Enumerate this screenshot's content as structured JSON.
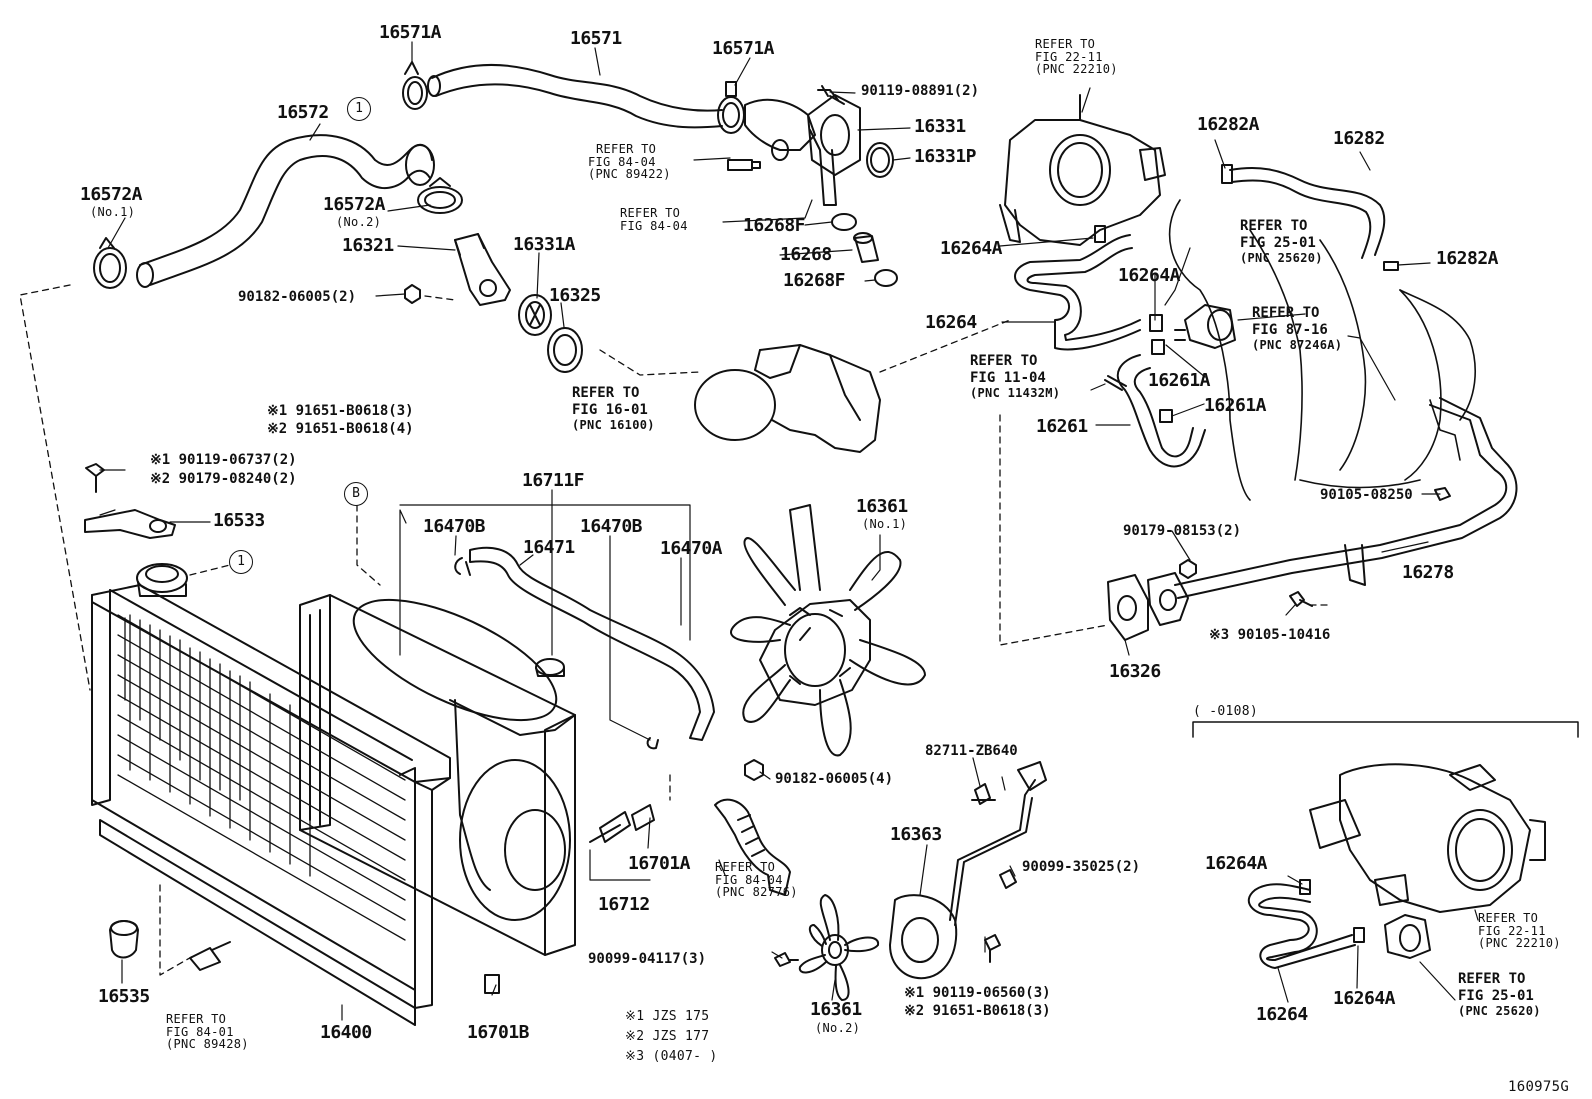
{
  "parts": {
    "p16571A_a": "16571A",
    "p16571": "16571",
    "p16571A_b": "16571A",
    "p16572": "16572",
    "p16572A_1": "16572A",
    "p16572A_1_note": "(No.1)",
    "p16572A_2": "16572A",
    "p16572A_2_note": "(No.2)",
    "p16321": "16321",
    "p16331A": "16331A",
    "p16325": "16325",
    "p90182_06005_2": "90182-06005(2)",
    "p90119_08891": "90119-08891(2)",
    "p16331": "16331",
    "p16331P": "16331P",
    "p16268F_a": "16268F",
    "p16268": "16268",
    "p16268F_b": "16268F",
    "p16282A_a": "16282A",
    "p16282": "16282",
    "p16282A_b": "16282A",
    "p16264A_a": "16264A",
    "p16264A_b": "16264A",
    "p16264": "16264",
    "p16261A_a": "16261A",
    "p16261A_b": "16261A",
    "p16261": "16261",
    "p90105_08250": "90105-08250",
    "p90179_08153": "90179-08153(2)",
    "p16278": "16278",
    "p90105_10416": "※3 90105-10416",
    "p16326": "16326",
    "p91651_3": "※1 91651-B0618(3)",
    "p91651_4": "※2 91651-B0618(4)",
    "p90119_06737": "※1 90119-06737(2)",
    "p90179_08240": "※2 90179-08240(2)",
    "p16533": "16533",
    "p16711F": "16711F",
    "p16470B_a": "16470B",
    "p16471": "16471",
    "p16470B_b": "16470B",
    "p16470A": "16470A",
    "p16361_1": "16361",
    "p16361_1_note": "(No.1)",
    "p90182_06005_4": "90182-06005(4)",
    "p82711": "82711-ZB640",
    "p16701A": "16701A",
    "p16712": "16712",
    "p16363": "16363",
    "p90099_35025": "90099-35025(2)",
    "p90099_04117": "90099-04117(3)",
    "p16361_2": "16361",
    "p16361_2_note": "(No.2)",
    "p90119_06560": "※1 90119-06560(3)",
    "p91651_B0618_3b": "※2 91651-B0618(3)",
    "p16535": "16535",
    "p16400": "16400",
    "p16701B": "16701B",
    "p16264A_c": "16264A",
    "p16264_b": "16264",
    "p16264A_d": "16264A",
    "circle_1a": "1",
    "circle_1b": "1",
    "circle_B": "B"
  },
  "refs": {
    "r22_11_top": [
      "REFER TO",
      "FIG 22-11",
      "(PNC 22210)"
    ],
    "r84_04_a": [
      "REFER TO",
      "FIG 84-04",
      "(PNC 89422)"
    ],
    "r84_04_b": [
      "REFER TO",
      "FIG 84-04"
    ],
    "r25_01_top": [
      "REFER TO",
      "FIG 25-01",
      "(PNC 25620)"
    ],
    "r87_16": [
      "REFER TO",
      "FIG 87-16",
      "(PNC 87246A)"
    ],
    "r11_04": [
      "REFER TO",
      "FIG 11-04",
      "(PNC 11432M)"
    ],
    "r16_01": [
      "REFER TO",
      "FIG 16-01",
      "(PNC 16100)"
    ],
    "r84_04_c": [
      "REFER TO",
      "FIG 84-04",
      "(PNC 82776)"
    ],
    "r84_01": [
      "REFER TO",
      "FIG 84-01",
      "(PNC 89428)"
    ],
    "r22_11_bot": [
      "REFER TO",
      "FIG 22-11",
      "(PNC 22210)"
    ],
    "r25_01_bot": [
      "REFER TO",
      "FIG 25-01",
      "(PNC 25620)"
    ]
  },
  "notes": {
    "n1": "※1 JZS 175",
    "n2": "※2 JZS 177",
    "n3": "※3 (0407-  )"
  },
  "inset_range": "(      -0108)",
  "figure_id": "160975G"
}
